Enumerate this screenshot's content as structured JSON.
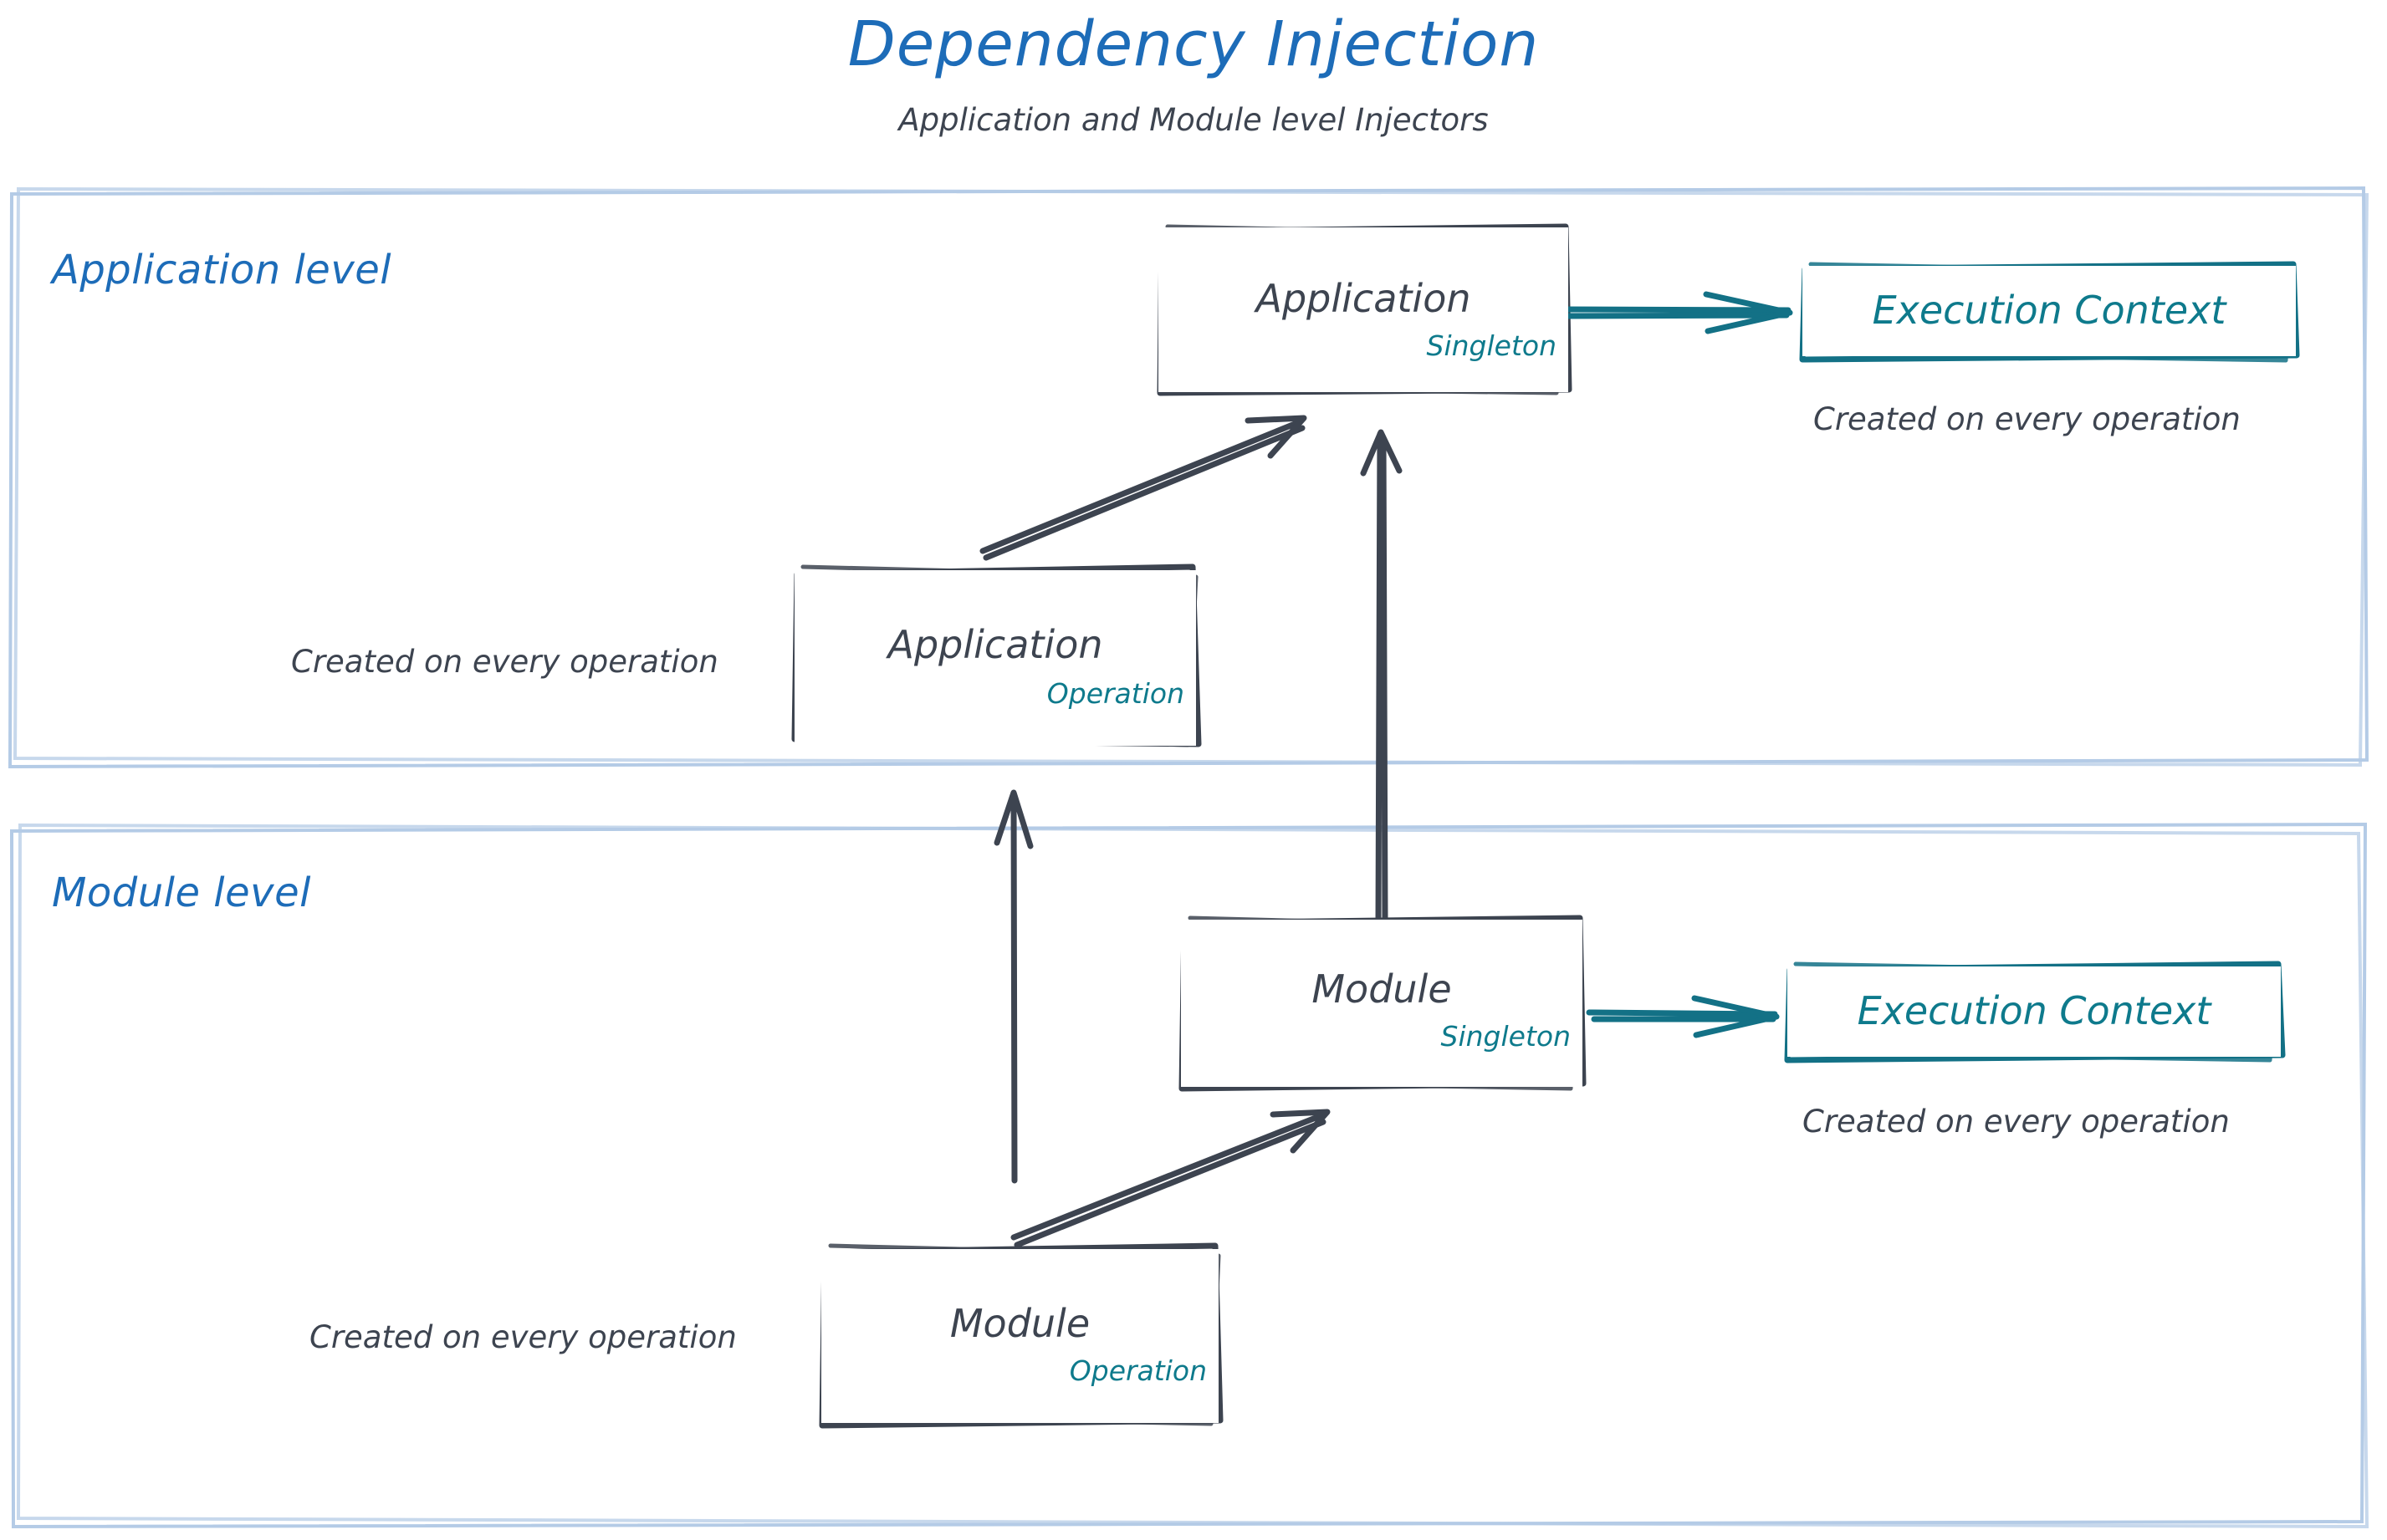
{
  "header": {
    "title": "Dependency Injection",
    "subtitle": "Application and Module level Injectors",
    "title_color": "#1d6cb8",
    "subtitle_color": "#3d4450"
  },
  "colors": {
    "title_blue": "#1d6cb8",
    "container_border_blue": "#b4cbe6",
    "node_stroke_gray": "#3d4450",
    "teal": "#0e7a8c",
    "background": "#ffffff"
  },
  "levels": [
    {
      "id": "application-level",
      "label": "Application level",
      "nodes": [
        {
          "id": "app-singleton",
          "title": "Application",
          "scope": "Singleton",
          "style": "sketch-dark"
        },
        {
          "id": "app-operation",
          "title": "Application",
          "scope": "Operation",
          "style": "sketch-dark",
          "note_left": "Created on every operation"
        }
      ],
      "context": {
        "id": "app-execution-context",
        "label": "Execution Context",
        "caption": "Created on every operation",
        "style": "sketch-teal"
      }
    },
    {
      "id": "module-level",
      "label": "Module level",
      "nodes": [
        {
          "id": "mod-singleton",
          "title": "Module",
          "scope": "Singleton",
          "style": "sketch-dark"
        },
        {
          "id": "mod-operation",
          "title": "Module",
          "scope": "Operation",
          "style": "sketch-dark",
          "note_left": "Created on every operation"
        }
      ],
      "context": {
        "id": "mod-execution-context",
        "label": "Execution Context",
        "caption": "Created on every operation",
        "style": "sketch-teal"
      }
    }
  ],
  "edges": [
    {
      "id": "app-operation-to-app-singleton",
      "from": "app-operation",
      "to": "app-singleton",
      "color": "#3d4450",
      "direction": "up-right"
    },
    {
      "id": "app-singleton-to-app-context",
      "from": "app-singleton",
      "to": "app-execution-context",
      "color": "#0e7a8c",
      "direction": "right"
    },
    {
      "id": "mod-singleton-to-app-singleton",
      "from": "mod-singleton",
      "to": "app-singleton",
      "color": "#3d4450",
      "direction": "up"
    },
    {
      "id": "mod-operation-to-app-operation",
      "from": "mod-operation",
      "to": "app-operation",
      "color": "#3d4450",
      "direction": "up"
    },
    {
      "id": "mod-operation-to-mod-singleton",
      "from": "mod-operation",
      "to": "mod-singleton",
      "color": "#3d4450",
      "direction": "up-right"
    },
    {
      "id": "mod-singleton-to-mod-context",
      "from": "mod-singleton",
      "to": "mod-execution-context",
      "color": "#0e7a8c",
      "direction": "right"
    }
  ]
}
